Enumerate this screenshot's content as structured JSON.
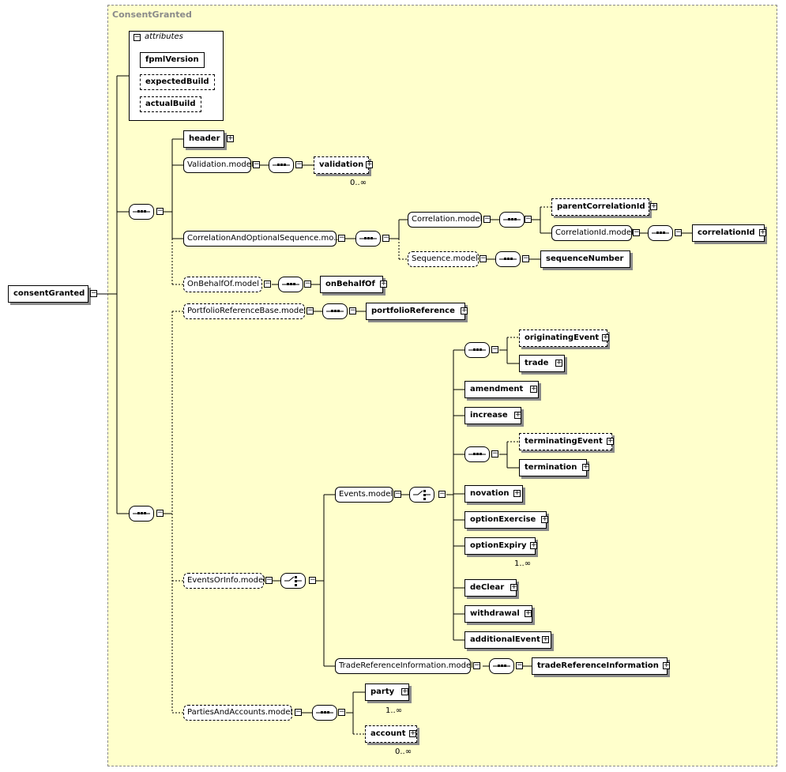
{
  "schema_title": "ConsentGranted",
  "root": "consentGranted",
  "attributes": {
    "label": "attributes",
    "items": [
      "fpmlVersion",
      "expectedBuild",
      "actualBuild"
    ]
  },
  "elements": {
    "header": "header",
    "validation_model": "Validation.model",
    "validation": "validation",
    "validation_mult": "0..∞",
    "correlation_opt_seq": "CorrelationAndOptionalSequence.mo...",
    "correlation_model": "Correlation.model",
    "parentCorrelationId": "parentCorrelationId",
    "correlationId_model": "CorrelationId.model",
    "correlationId": "correlationId",
    "sequence_model": "Sequence.model",
    "sequenceNumber": "sequenceNumber",
    "onBehalfOf_model": "OnBehalfOf.model",
    "onBehalfOf": "onBehalfOf",
    "portfolioRefBase_model": "PortfolioReferenceBase.model",
    "portfolioReference": "portfolioReference",
    "originatingEvent": "originatingEvent",
    "trade": "trade",
    "amendment": "amendment",
    "increase": "increase",
    "terminatingEvent": "terminatingEvent",
    "termination": "termination",
    "events_model": "Events.model",
    "novation": "novation",
    "optionExercise": "optionExercise",
    "optionExpiry": "optionExpiry",
    "optionExpiry_mult": "1..∞",
    "eventsOrInfo_model": "EventsOrInfo.model",
    "deClear": "deClear",
    "withdrawal": "withdrawal",
    "additionalEvent": "additionalEvent",
    "tradeRefInfo_model": "TradeReferenceInformation.model",
    "tradeReferenceInformation": "tradeReferenceInformation",
    "partiesAndAccounts_model": "PartiesAndAccounts.model",
    "party": "party",
    "party_mult": "1..∞",
    "account": "account",
    "account_mult": "0..∞"
  },
  "icons": {
    "expand": "plus-box-icon",
    "collapse": "minus-box-icon",
    "sequence": "sequence-compositor-icon",
    "choice": "choice-compositor-icon"
  },
  "colors": {
    "frame_bg": "#ffffcc",
    "frame_border": "#8a8a8a",
    "shadow": "#8a8a8a"
  }
}
